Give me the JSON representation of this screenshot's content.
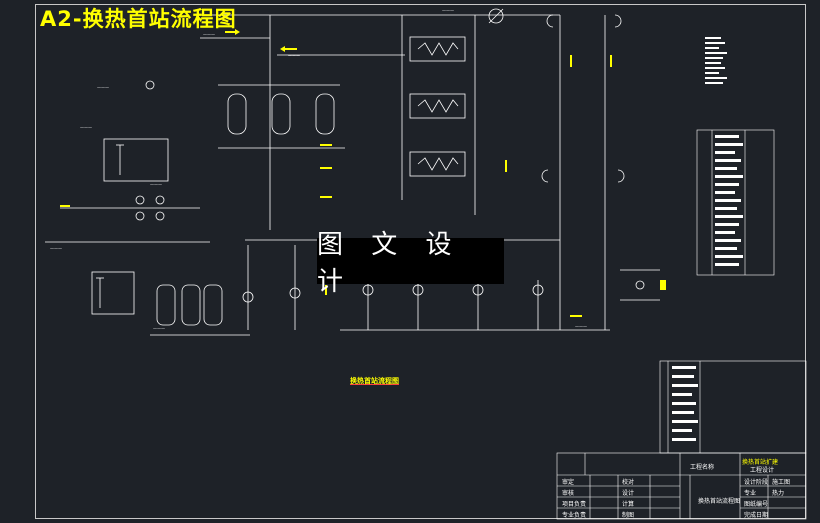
{
  "drawing": {
    "title": "A2-换热首站流程图",
    "watermark": "图 文 设 计",
    "diagram_caption": "换热首站流程图"
  },
  "title_block": {
    "company": "工程名称",
    "project_line1": "换热首站扩建",
    "project_line2": "工程设计",
    "drawing_name": "换热首站流程图",
    "rows_left": [
      "审定",
      "审核",
      "项目负责",
      "专业负责"
    ],
    "rows_mid": [
      "校对",
      "设计",
      "计算",
      "制图"
    ],
    "right_labels": [
      "设计阶段",
      "施工图",
      "专业",
      "热力",
      "图纸编号",
      "完成日期"
    ]
  },
  "colors": {
    "background": "#1e2228",
    "line": "#ffffff",
    "accent": "#ffff00",
    "flow_arrow": "#ffff00",
    "pipe_alt": "#00c8ff"
  }
}
